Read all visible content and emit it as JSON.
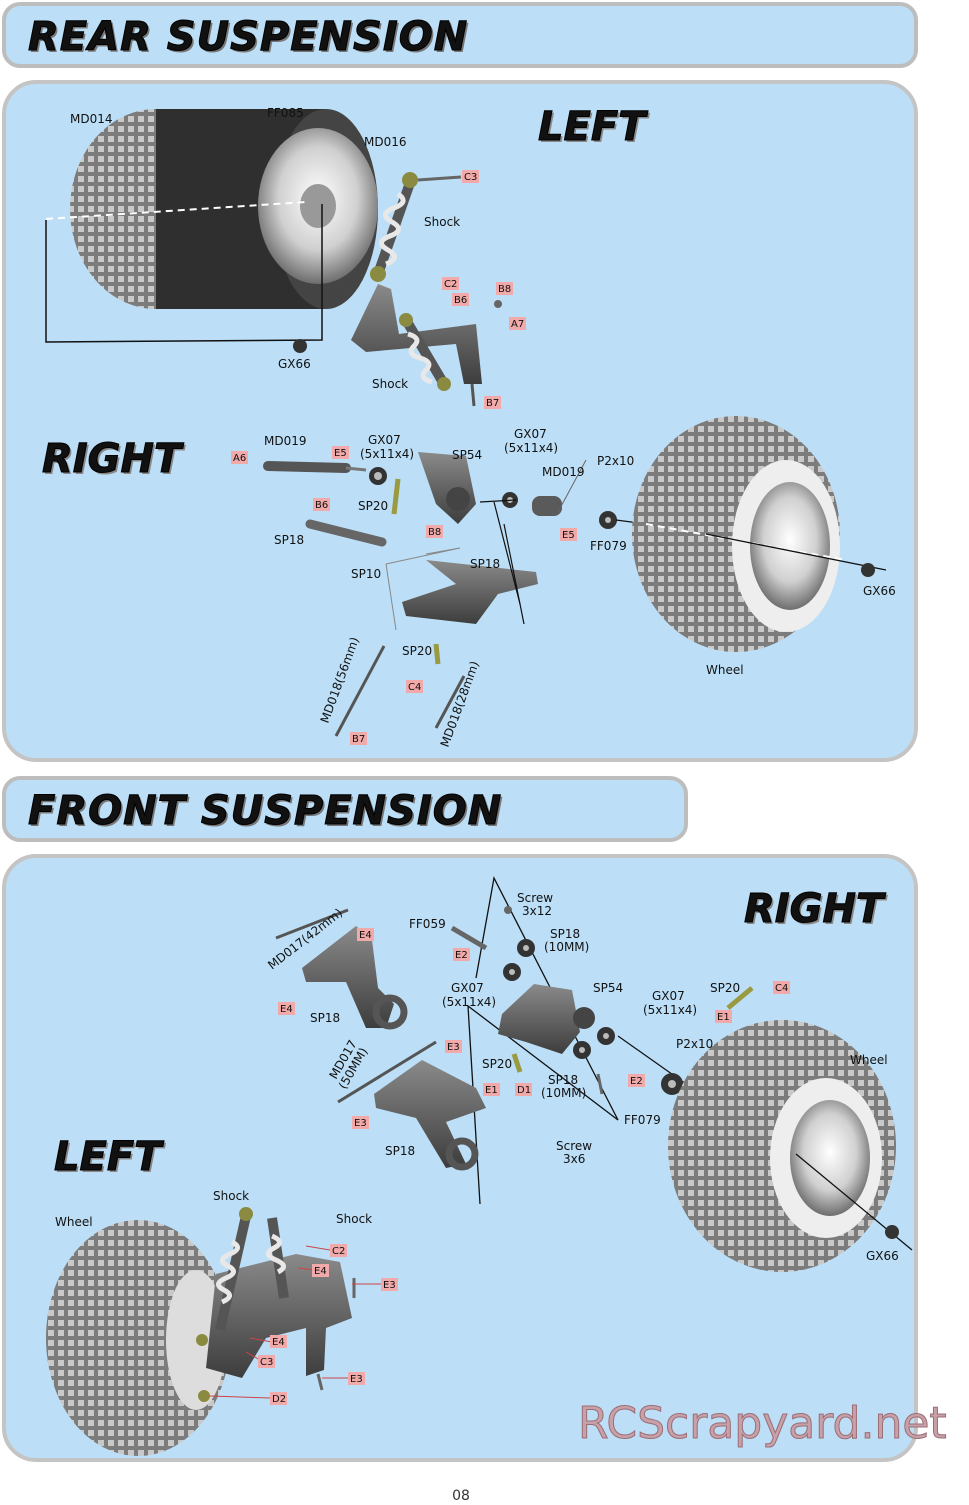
{
  "rear": {
    "title": "REAR SUSPENSION",
    "left_title": "LEFT",
    "right_title": "RIGHT",
    "left_labels": {
      "md014": "MD014",
      "ff085": "FF085",
      "md016": "MD016",
      "shock_top": "Shock",
      "shock_bottom": "Shock",
      "gx66": "GX66"
    },
    "left_tags": {
      "c3": "C3",
      "c2": "C2",
      "b8": "B8",
      "b6": "B6",
      "a7": "A7",
      "b7": "B7"
    },
    "right_labels": {
      "md019_a": "MD019",
      "gx07_a": "GX07\n(5x11x4)",
      "sp54": "SP54",
      "gx07_b": "GX07\n(5x11x4)",
      "md019_b": "MD019",
      "p2x10": "P2x10",
      "sp20_a": "SP20",
      "ff079": "FF079",
      "sp18_a": "SP18",
      "sp18_b": "SP18",
      "sp10": "SP10",
      "sp20_b": "SP20",
      "md018_56": "MD018(56mm)",
      "md018_28": "MD018(28mm)",
      "wheel": "Wheel",
      "gx66": "GX66"
    },
    "right_tags": {
      "a6": "A6",
      "e5_a": "E5",
      "b6": "B6",
      "e5_b": "E5",
      "b8": "B8",
      "c4": "C4",
      "b7": "B7"
    }
  },
  "front": {
    "title": "FRONT SUSPENSION",
    "right_title": "RIGHT",
    "left_title": "LEFT",
    "right_labels": {
      "screw_a": "Screw\n3x12",
      "ff059": "FF059",
      "sp18_10a": "SP18\n(10MM)",
      "md017_42": "MD017(42mm)",
      "gx07_a": "GX07\n(5x11x4)",
      "sp54": "SP54",
      "gx07_b": "GX07\n(5x11x4)",
      "sp20_a": "SP20",
      "sp18_a": "SP18",
      "md017_50": "MD017\n(50MM)",
      "p2x10": "P2x10",
      "sp20_b": "SP20",
      "sp18_10b": "SP18\n(10MM)",
      "wheel": "Wheel",
      "ff079": "FF079",
      "screw_b": "Screw\n3x6",
      "sp18_b": "SP18",
      "gx66": "GX66"
    },
    "right_tags": {
      "e4_a": "E4",
      "e2_a": "E2",
      "e4_b": "E4",
      "e3_a": "E3",
      "c4": "C4",
      "e1_a": "E1",
      "e1_b": "E1",
      "d1": "D1",
      "e2_b": "E2",
      "e3_b": "E3"
    },
    "left_labels": {
      "shock_a": "Shock",
      "wheel": "Wheel",
      "shock_b": "Shock"
    },
    "left_tags": {
      "c2": "C2",
      "e4": "E4",
      "e3_a": "E3",
      "e4_b": "E4",
      "c3": "C3",
      "e3_b": "E3",
      "d2": "D2"
    }
  },
  "watermark": "RCScrapyard.net",
  "page_number": "08"
}
